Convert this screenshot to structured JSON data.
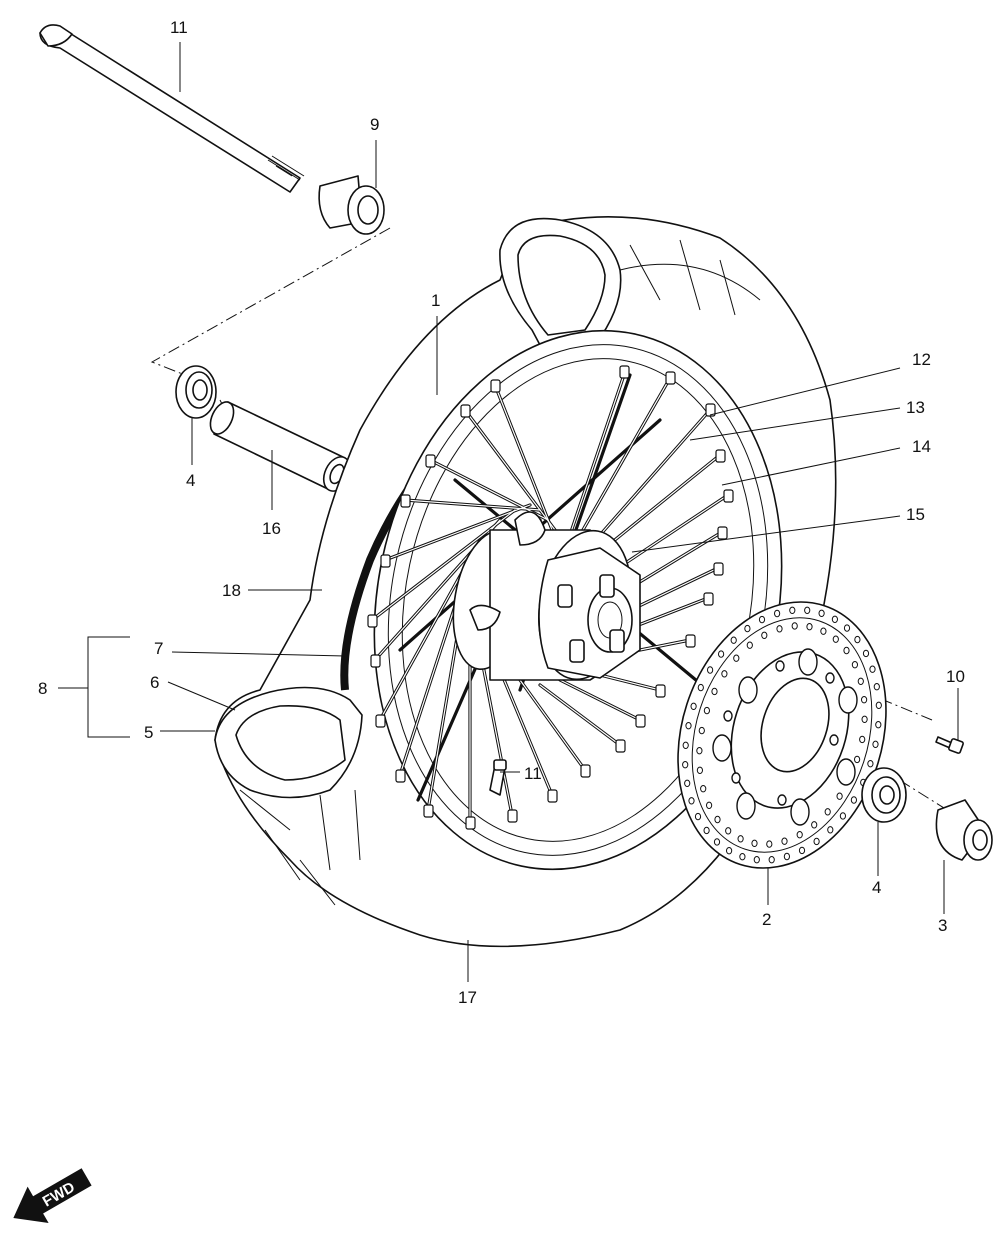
{
  "diagram": {
    "callouts": [
      {
        "id": "axle-top",
        "text": "11"
      },
      {
        "id": "collar-top",
        "text": "9"
      },
      {
        "id": "tire-upper",
        "text": "1"
      },
      {
        "id": "bearing-left",
        "text": "4"
      },
      {
        "id": "spacer",
        "text": "16"
      },
      {
        "id": "spoke-a",
        "text": "12"
      },
      {
        "id": "spoke-b",
        "text": "13"
      },
      {
        "id": "nipple",
        "text": "14"
      },
      {
        "id": "hub",
        "text": "15"
      },
      {
        "id": "rim-strip",
        "text": "18"
      },
      {
        "id": "group-bracket",
        "text": "8"
      },
      {
        "id": "tube-band",
        "text": "7"
      },
      {
        "id": "tube",
        "text": "6"
      },
      {
        "id": "tire-lower",
        "text": "5"
      },
      {
        "id": "bolt",
        "text": "10"
      },
      {
        "id": "valve",
        "text": "11"
      },
      {
        "id": "bearing-right",
        "text": "4"
      },
      {
        "id": "disc",
        "text": "2"
      },
      {
        "id": "collar-right",
        "text": "3"
      },
      {
        "id": "rim",
        "text": "17"
      }
    ],
    "fwd_arrow": "FWD"
  }
}
